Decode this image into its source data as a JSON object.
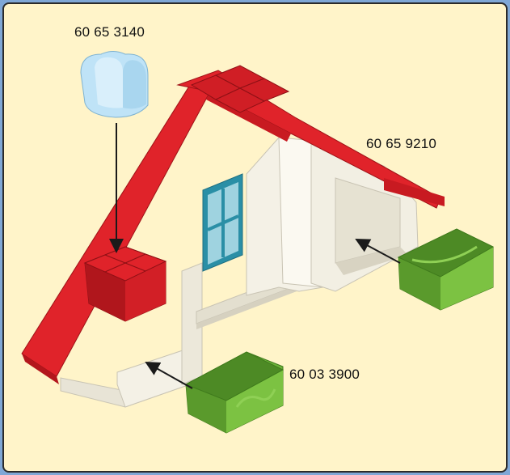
{
  "labels": {
    "chimney_cap": "60 65 3140",
    "roof": "60 65 9210",
    "flower_box": "60 03 3900"
  },
  "parts": [
    {
      "name": "chimney-cap",
      "color": "#bfe3f7"
    },
    {
      "name": "roof",
      "color": "#e0232a"
    },
    {
      "name": "house-wall",
      "color": "#f4f1e6"
    },
    {
      "name": "window",
      "color": "#2a8fa6"
    },
    {
      "name": "flower-box",
      "color": "#7cc242"
    }
  ],
  "colors": {
    "frame_background": "#7fa7d6",
    "panel_background": "#fff4c9",
    "arrow": "#1a1a1a"
  }
}
